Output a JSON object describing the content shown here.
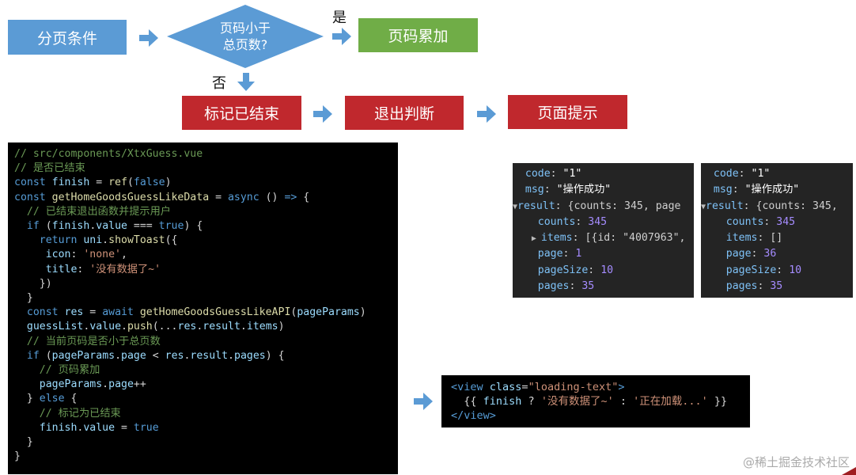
{
  "flow": {
    "condition_box": "分页条件",
    "decision_line1": "页码小于",
    "decision_line2": "总页数?",
    "yes_label": "是",
    "no_label": "否",
    "increment_box": "页码累加",
    "mark_finished_box": "标记已结束",
    "exit_box": "退出判断",
    "prompt_box": "页面提示"
  },
  "colors": {
    "blue": "#5b9bd5",
    "green": "#70ad47",
    "red": "#c0282d"
  },
  "code_main": [
    [
      [
        "c",
        "// src/components/XtxGuess.vue"
      ]
    ],
    [
      [
        "c",
        "// 是否已结束"
      ]
    ],
    [
      [
        "kw",
        "const "
      ],
      [
        "v",
        "finish"
      ],
      [
        "p",
        " = "
      ],
      [
        "fn",
        "ref"
      ],
      [
        "p",
        "("
      ],
      [
        "kw",
        "false"
      ],
      [
        "p",
        ")"
      ]
    ],
    [
      [
        "kw",
        "const "
      ],
      [
        "fn",
        "getHomeGoodsGuessLikeData"
      ],
      [
        "p",
        " = "
      ],
      [
        "kw",
        "async"
      ],
      [
        "p",
        " () "
      ],
      [
        "kw",
        "=>"
      ],
      [
        "p",
        " {"
      ]
    ],
    [
      [
        "p",
        "  "
      ],
      [
        "c",
        "// 已结束退出函数并提示用户"
      ]
    ],
    [
      [
        "p",
        "  "
      ],
      [
        "kw",
        "if"
      ],
      [
        "p",
        " ("
      ],
      [
        "v",
        "finish"
      ],
      [
        "p",
        "."
      ],
      [
        "v",
        "value"
      ],
      [
        "p",
        " === "
      ],
      [
        "kw",
        "true"
      ],
      [
        "p",
        ") {"
      ]
    ],
    [
      [
        "p",
        "    "
      ],
      [
        "kw",
        "return "
      ],
      [
        "v",
        "uni"
      ],
      [
        "p",
        "."
      ],
      [
        "fn",
        "showToast"
      ],
      [
        "p",
        "({"
      ]
    ],
    [
      [
        "p",
        "     "
      ],
      [
        "v",
        "icon"
      ],
      [
        "p",
        ": "
      ],
      [
        "s",
        "'none'"
      ],
      [
        "p",
        ","
      ]
    ],
    [
      [
        "p",
        "     "
      ],
      [
        "v",
        "title"
      ],
      [
        "p",
        ": "
      ],
      [
        "s",
        "'没有数据了~'"
      ]
    ],
    [
      [
        "p",
        "    })"
      ]
    ],
    [
      [
        "p",
        "  }"
      ]
    ],
    [
      [
        "p",
        "  "
      ],
      [
        "kw",
        "const "
      ],
      [
        "v",
        "res"
      ],
      [
        "p",
        " = "
      ],
      [
        "kw",
        "await "
      ],
      [
        "fn",
        "getHomeGoodsGuessLikeAPI"
      ],
      [
        "p",
        "("
      ],
      [
        "v",
        "pageParams"
      ],
      [
        "p",
        ")"
      ]
    ],
    [
      [
        "p",
        "  "
      ],
      [
        "v",
        "guessList"
      ],
      [
        "p",
        "."
      ],
      [
        "v",
        "value"
      ],
      [
        "p",
        "."
      ],
      [
        "fn",
        "push"
      ],
      [
        "p",
        "(..."
      ],
      [
        "v",
        "res"
      ],
      [
        "p",
        "."
      ],
      [
        "v",
        "result"
      ],
      [
        "p",
        "."
      ],
      [
        "v",
        "items"
      ],
      [
        "p",
        ")"
      ]
    ],
    [
      [
        "p",
        "  "
      ],
      [
        "c",
        "// 当前页码是否小于总页数"
      ]
    ],
    [
      [
        "p",
        "  "
      ],
      [
        "kw",
        "if"
      ],
      [
        "p",
        " ("
      ],
      [
        "v",
        "pageParams"
      ],
      [
        "p",
        "."
      ],
      [
        "v",
        "page"
      ],
      [
        "p",
        " < "
      ],
      [
        "v",
        "res"
      ],
      [
        "p",
        "."
      ],
      [
        "v",
        "result"
      ],
      [
        "p",
        "."
      ],
      [
        "v",
        "pages"
      ],
      [
        "p",
        ") {"
      ]
    ],
    [
      [
        "p",
        "    "
      ],
      [
        "c",
        "// 页码累加"
      ]
    ],
    [
      [
        "p",
        "    "
      ],
      [
        "v",
        "pageParams"
      ],
      [
        "p",
        "."
      ],
      [
        "v",
        "page"
      ],
      [
        "p",
        "++"
      ]
    ],
    [
      [
        "p",
        "  } "
      ],
      [
        "kw",
        "else"
      ],
      [
        "p",
        " {"
      ]
    ],
    [
      [
        "p",
        "    "
      ],
      [
        "c",
        "// 标记为已结束"
      ]
    ],
    [
      [
        "p",
        "    "
      ],
      [
        "v",
        "finish"
      ],
      [
        "p",
        "."
      ],
      [
        "v",
        "value"
      ],
      [
        "p",
        " = "
      ],
      [
        "kw",
        "true"
      ]
    ],
    [
      [
        "p",
        "  }"
      ]
    ],
    [
      [
        "p",
        "}"
      ]
    ]
  ],
  "code_template": [
    [
      [
        "tag",
        "<view "
      ],
      [
        "attr",
        "class"
      ],
      [
        "p",
        "="
      ],
      [
        "s",
        "\"loading-text\""
      ],
      [
        "tag",
        ">"
      ]
    ],
    [
      [
        "p",
        "  {{ "
      ],
      [
        "v",
        "finish"
      ],
      [
        "p",
        " ? "
      ],
      [
        "s",
        "'没有数据了~'"
      ],
      [
        "p",
        " : "
      ],
      [
        "s",
        "'正在加载...'"
      ],
      [
        "p",
        " }}"
      ]
    ],
    [
      [
        "tag",
        "</view>"
      ]
    ]
  ],
  "response_panel_1": [
    [
      [
        "p",
        "  "
      ],
      [
        "pk",
        "code"
      ],
      [
        "p",
        ": "
      ],
      [
        "ps",
        "\"1\""
      ]
    ],
    [
      [
        "p",
        "  "
      ],
      [
        "pk",
        "msg"
      ],
      [
        "p",
        ": "
      ],
      [
        "ps",
        "\"操作成功\""
      ]
    ],
    [
      [
        "t",
        "▼"
      ],
      [
        "pk",
        "result"
      ],
      [
        "p",
        ": {counts: 345, page"
      ]
    ],
    [
      [
        "p",
        "    "
      ],
      [
        "pk",
        "counts"
      ],
      [
        "p",
        ": "
      ],
      [
        "pn",
        "345"
      ]
    ],
    [
      [
        "p",
        "   "
      ],
      [
        "t",
        "▶ "
      ],
      [
        "pk",
        "items"
      ],
      [
        "p",
        ": [{id: \"4007963\","
      ]
    ],
    [
      [
        "p",
        "    "
      ],
      [
        "pk",
        "page"
      ],
      [
        "p",
        ": "
      ],
      [
        "pn",
        "1"
      ]
    ],
    [
      [
        "p",
        "    "
      ],
      [
        "pk",
        "pageSize"
      ],
      [
        "p",
        ": "
      ],
      [
        "pn",
        "10"
      ]
    ],
    [
      [
        "p",
        "    "
      ],
      [
        "pk",
        "pages"
      ],
      [
        "p",
        ": "
      ],
      [
        "pn",
        "35"
      ]
    ]
  ],
  "response_panel_2": [
    [
      [
        "p",
        "  "
      ],
      [
        "pk",
        "code"
      ],
      [
        "p",
        ": "
      ],
      [
        "ps",
        "\"1\""
      ]
    ],
    [
      [
        "p",
        "  "
      ],
      [
        "pk",
        "msg"
      ],
      [
        "p",
        ": "
      ],
      [
        "ps",
        "\"操作成功\""
      ]
    ],
    [
      [
        "t",
        "▼"
      ],
      [
        "pk",
        "result"
      ],
      [
        "p",
        ": {counts: 345,"
      ]
    ],
    [
      [
        "p",
        "    "
      ],
      [
        "pk",
        "counts"
      ],
      [
        "p",
        ": "
      ],
      [
        "pn",
        "345"
      ]
    ],
    [
      [
        "p",
        "    "
      ],
      [
        "pk",
        "items"
      ],
      [
        "p",
        ": []"
      ]
    ],
    [
      [
        "p",
        "    "
      ],
      [
        "pk",
        "page"
      ],
      [
        "p",
        ": "
      ],
      [
        "pn",
        "36"
      ]
    ],
    [
      [
        "p",
        "    "
      ],
      [
        "pk",
        "pageSize"
      ],
      [
        "p",
        ": "
      ],
      [
        "pn",
        "10"
      ]
    ],
    [
      [
        "p",
        "    "
      ],
      [
        "pk",
        "pages"
      ],
      [
        "p",
        ": "
      ],
      [
        "pn",
        "35"
      ]
    ]
  ],
  "watermark": "@稀土掘金技术社区"
}
